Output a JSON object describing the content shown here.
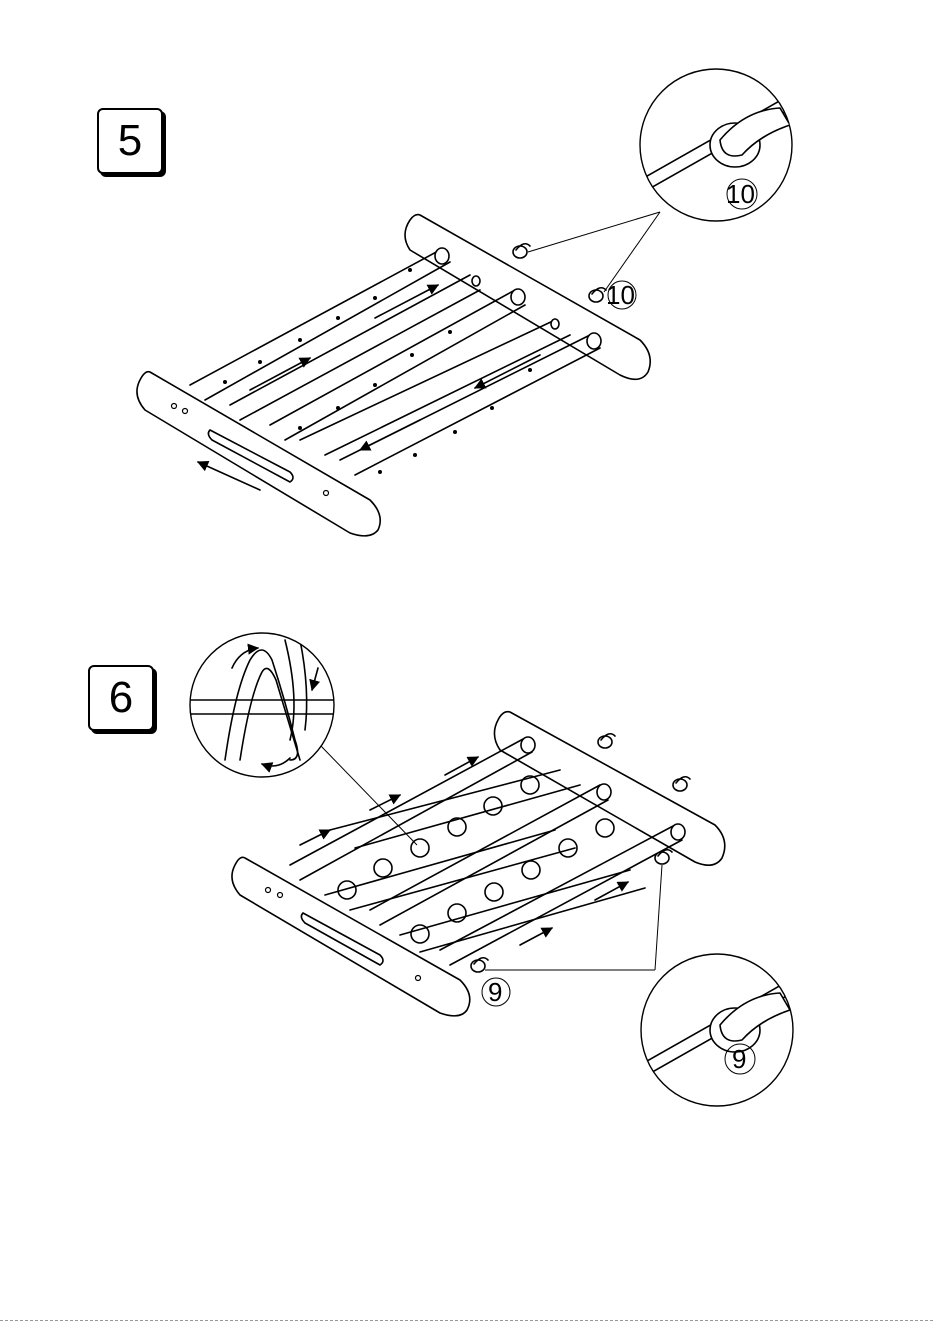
{
  "steps": [
    {
      "number": "5",
      "part_labels": [
        "10",
        "10"
      ]
    },
    {
      "number": "6",
      "part_labels": [
        "9",
        "9"
      ]
    }
  ]
}
